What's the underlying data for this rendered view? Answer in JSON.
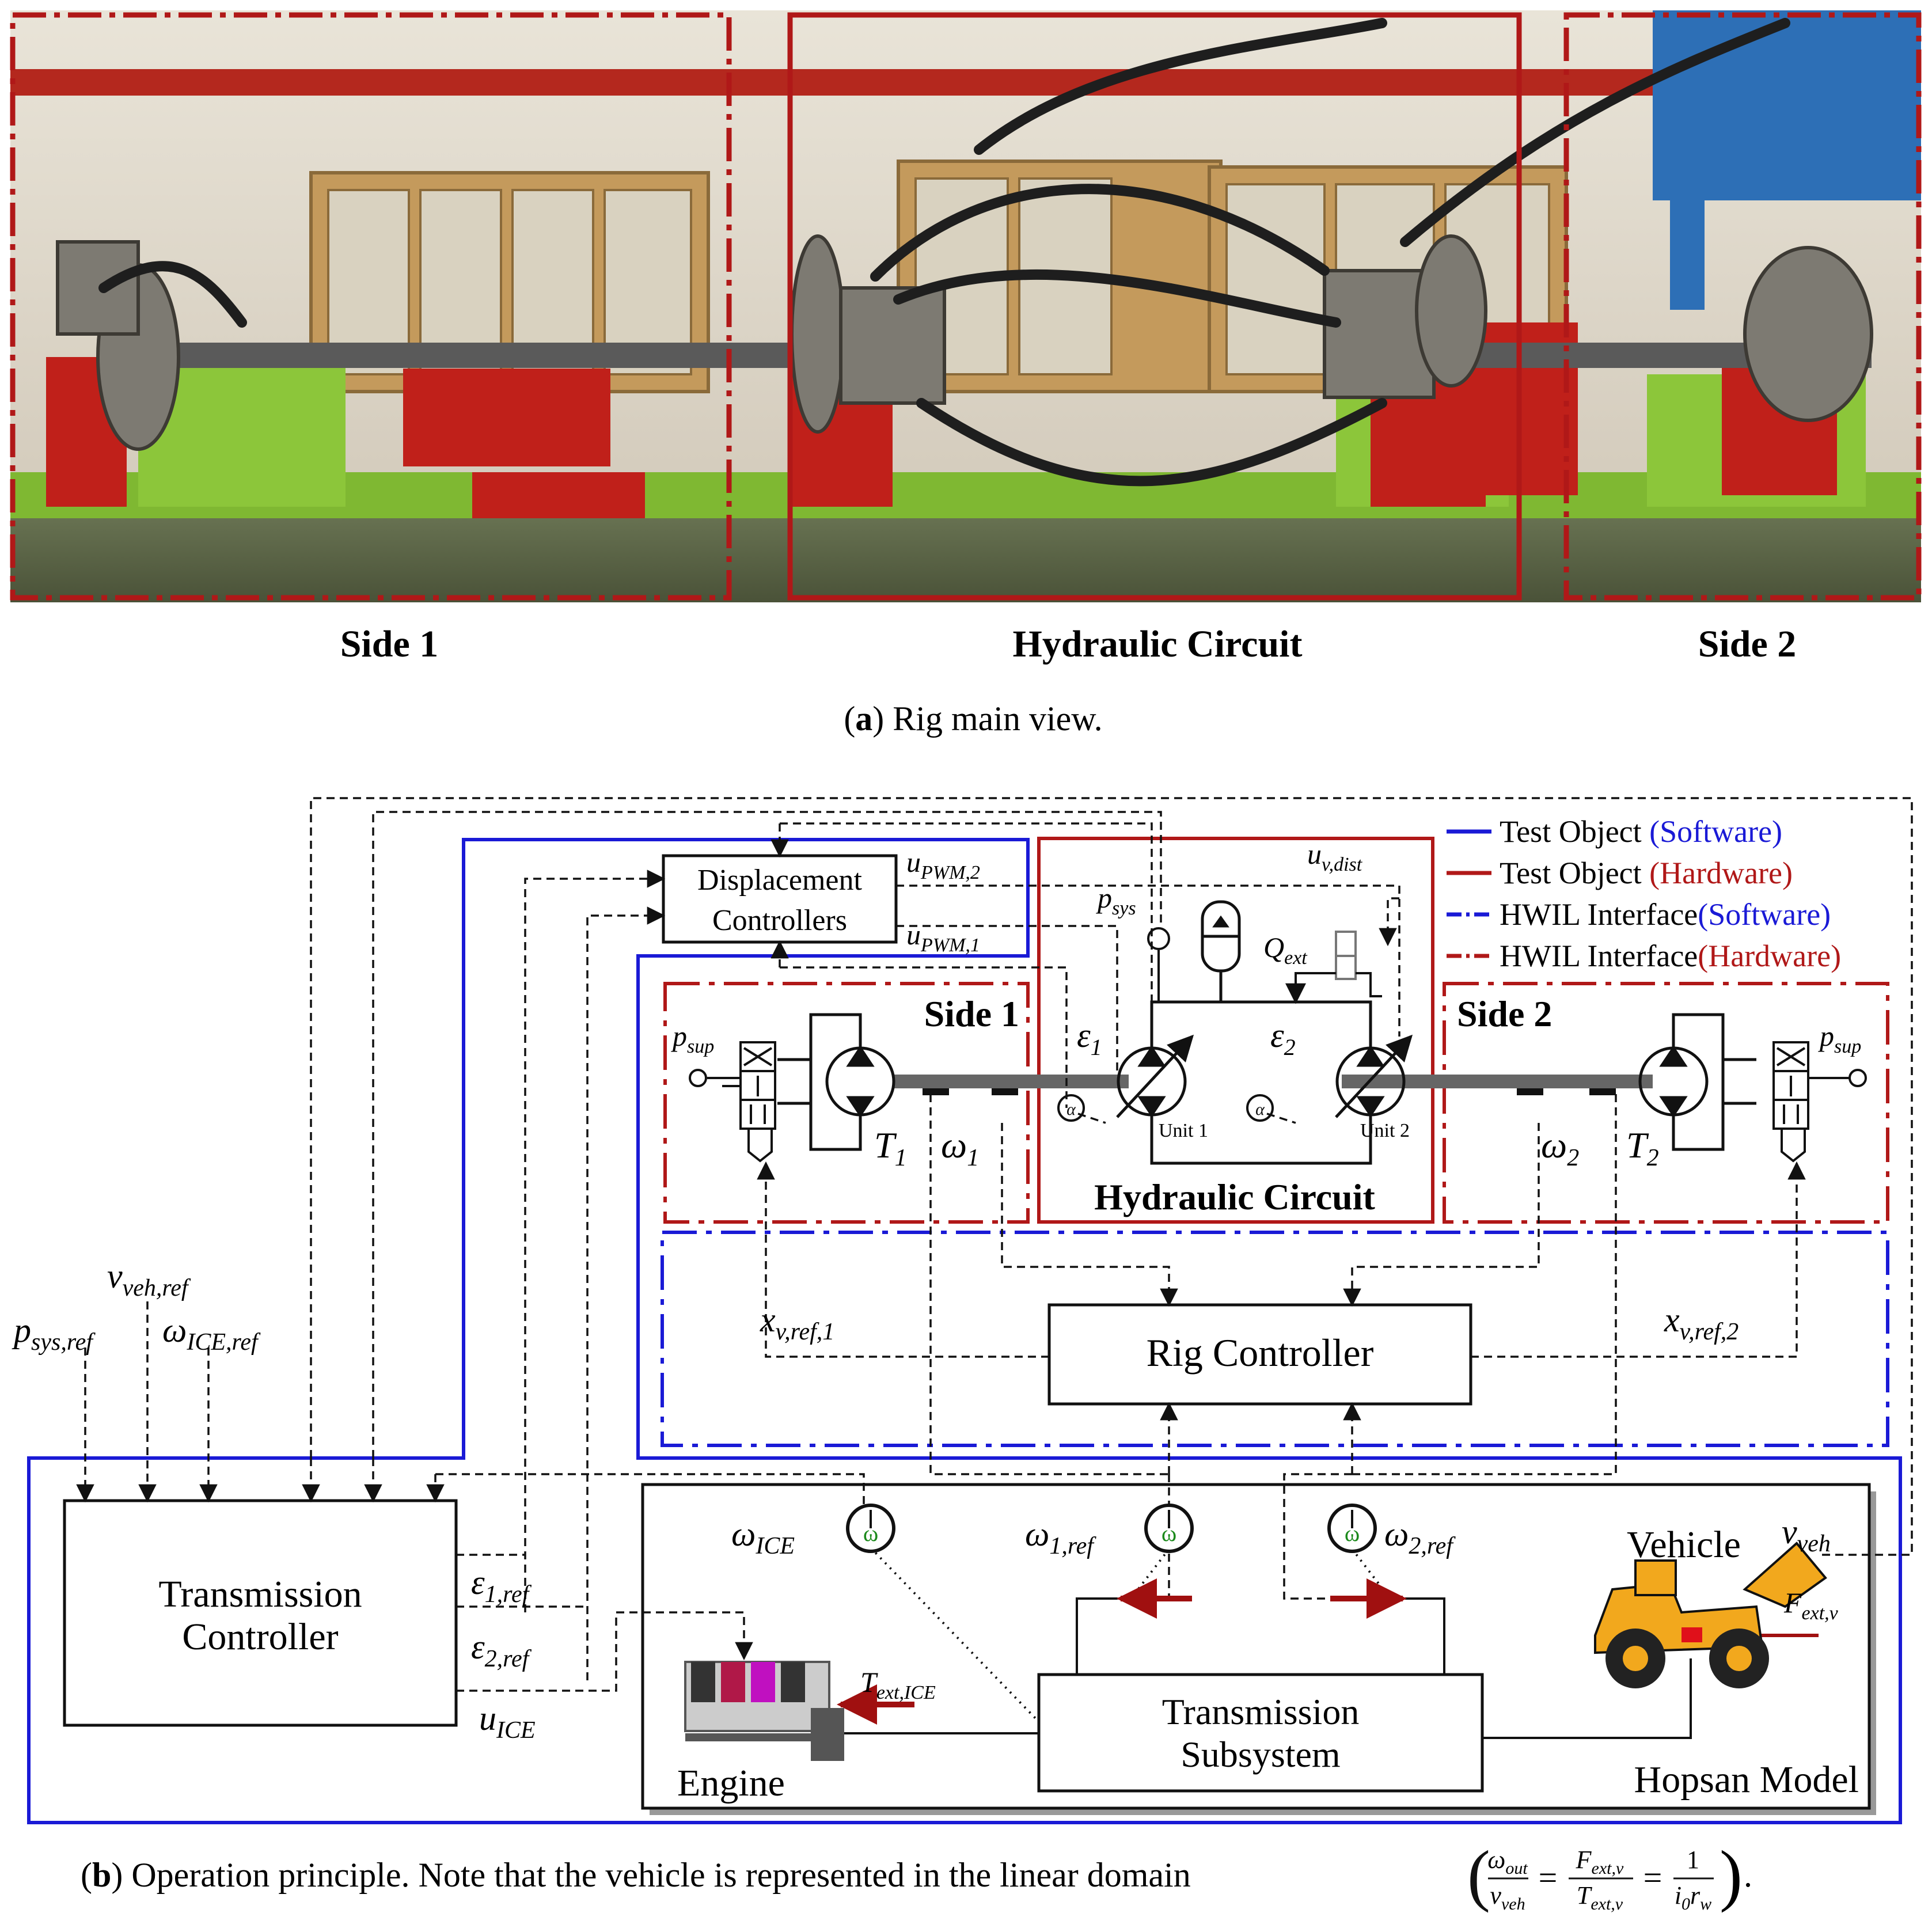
{
  "panel_a": {
    "regions": [
      "Side 1",
      "Hydraulic Circuit",
      "Side 2"
    ],
    "caption_letter": "a",
    "caption_text": " Rig main view."
  },
  "legend": {
    "sw_test": {
      "text": "Test Object ",
      "tag": "(Software)",
      "tag_color": "#1a1ad6"
    },
    "hw_test": {
      "text": "Test Object ",
      "tag": "(Hardware)",
      "tag_color": "#b01818"
    },
    "sw_hwil": {
      "text": "HWIL Interface",
      "tag": "(Software)",
      "tag_color": "#1a1ad6"
    },
    "hw_hwil": {
      "text": "HWIL Interface",
      "tag": "(Hardware)",
      "tag_color": "#b01818"
    }
  },
  "blocks": {
    "displacement": [
      "Displacement",
      "Controllers"
    ],
    "rig": "Rig Controller",
    "transmission_ctrl": [
      "Transmission",
      "Controller"
    ],
    "transmission_sub": [
      "Transmission",
      "Subsystem"
    ],
    "side1": "Side 1",
    "side2": "Side 2",
    "hyd": "Hydraulic Circuit",
    "unit1": "Unit 1",
    "unit2": "Unit 2",
    "engine": "Engine",
    "vehicle": "Vehicle",
    "hopsan": "Hopsan Model"
  },
  "symbols": {
    "u_pwm2": {
      "base": "u",
      "sub": "PWM,2"
    },
    "u_pwm1": {
      "base": "u",
      "sub": "PWM,1"
    },
    "p_sys": {
      "base": "p",
      "sub": "sys"
    },
    "u_vdist": {
      "base": "u",
      "sub": "v,dist"
    },
    "q_ext": {
      "base": "Q",
      "sub": "ext"
    },
    "eps1": {
      "base": "ε",
      "sub": "1"
    },
    "eps2": {
      "base": "ε",
      "sub": "2"
    },
    "p_sup1": {
      "base": "p",
      "sub": "sup"
    },
    "p_sup2": {
      "base": "p",
      "sub": "sup"
    },
    "t1": {
      "base": "T",
      "sub": "1"
    },
    "t2": {
      "base": "T",
      "sub": "2"
    },
    "w1": {
      "base": "ω",
      "sub": "1"
    },
    "w2": {
      "base": "ω",
      "sub": "2"
    },
    "xref1": {
      "base": "x",
      "sub": "v,ref,1"
    },
    "xref2": {
      "base": "x",
      "sub": "v,ref,2"
    },
    "v_veh_ref": {
      "base": "v",
      "sub": "veh,ref"
    },
    "p_sys_ref": {
      "base": "p",
      "sub": "sys,ref"
    },
    "w_ice_ref": {
      "base": "ω",
      "sub": "ICE,ref"
    },
    "eps1_ref": {
      "base": "ε",
      "sub": "1,ref"
    },
    "eps2_ref": {
      "base": "ε",
      "sub": "2,ref"
    },
    "u_ice": {
      "base": "u",
      "sub": "ICE"
    },
    "w_ice": {
      "base": "ω",
      "sub": "ICE"
    },
    "w1_ref": {
      "base": "ω",
      "sub": "1,ref"
    },
    "w2_ref": {
      "base": "ω",
      "sub": "2,ref"
    },
    "v_veh": {
      "base": "v",
      "sub": "veh"
    },
    "t_ext_ice": {
      "base": "T",
      "sub": "ext,ICE"
    },
    "f_ext_v": {
      "base": "F",
      "sub": "ext,v"
    }
  },
  "caption_b": {
    "letter": "b",
    "text": " Operation principle. Note that the vehicle is represented in the linear domain",
    "f1_num": {
      "base": "ω",
      "sub": "out"
    },
    "f1_den": {
      "base": "v",
      "sub": "veh"
    },
    "f2_num": {
      "base": "F",
      "sub": "ext,v"
    },
    "f2_den": {
      "base": "T",
      "sub": "ext,v"
    },
    "f3_num": "1",
    "f3_den": {
      "base": "i",
      "sub": "0",
      "base2": "r",
      "sub2": "w"
    },
    "eq": "=",
    "end": "."
  },
  "colors": {
    "blue": "#1a1ad6",
    "red": "#b01818",
    "gray": "#555555"
  }
}
